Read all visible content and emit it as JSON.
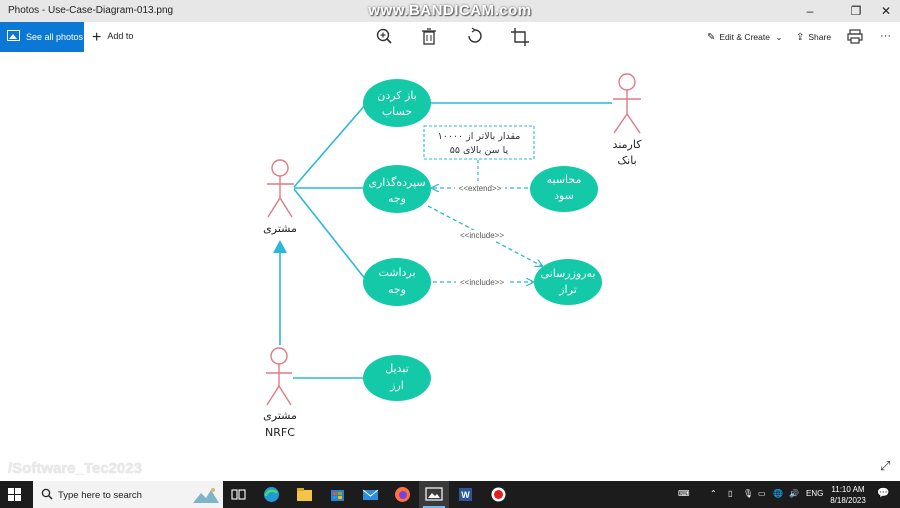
{
  "window": {
    "title": "Photos - Use-Case-Diagram-013.png",
    "recorder_watermark": "www.BANDICAM.com",
    "controls": {
      "minimize": "–",
      "maximize": "❐",
      "close": "✕"
    }
  },
  "toolbar": {
    "see_all_photos": "See all photos",
    "add_to": "Add to",
    "edit_create": "Edit & Create",
    "share": "Share",
    "more": "···"
  },
  "diagram": {
    "actors": {
      "customer": "مشتری",
      "bank_employee_line1": "کارمند",
      "bank_employee_line2": "بانک",
      "nrfc_line1": "مشتری",
      "nrfc_line2": "NRFC"
    },
    "use_cases": {
      "open_account_l1": "باز کردن",
      "open_account_l2": "حساب",
      "deposit_l1": "سپرده‌گذاری",
      "deposit_l2": "وجه",
      "interest_l1": "محاسبه",
      "interest_l2": "سود",
      "withdraw_l1": "برداشت",
      "withdraw_l2": "وجه",
      "update_balance_l1": "به‌روزرسانی",
      "update_balance_l2": "تراز",
      "exchange_l1": "تبدیل",
      "exchange_l2": "ارز"
    },
    "relations": {
      "extend": "<<extend>>",
      "include_deposit": "<<include>>",
      "include_withdraw": "<<include>>"
    },
    "note": {
      "line1": "مقدار بالاتر از ۱۰۰۰۰",
      "line2": "یا سن بالای ۵۵"
    },
    "colors": {
      "use_case": "#13c9a8",
      "association": "#2bb8d8",
      "actor": "#e07a86"
    }
  },
  "overlay_watermark": "/Software_Tec2023",
  "taskbar": {
    "search_placeholder": "Type here to search",
    "language": "ENG",
    "time": "11:10 AM",
    "date": "8/18/2023"
  }
}
